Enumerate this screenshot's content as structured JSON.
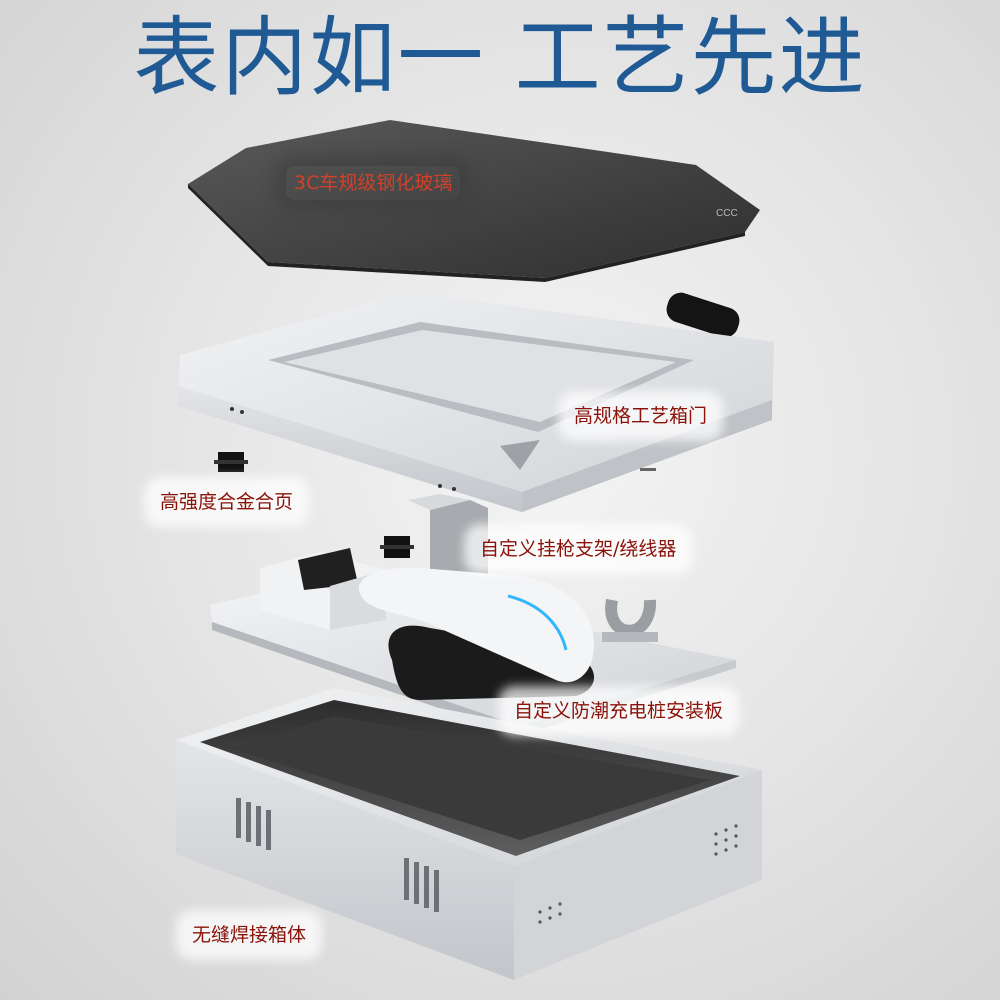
{
  "headline": "表内如一 工艺先进",
  "glass_mark": "CCC",
  "labels": {
    "glass": "3C车规级钢化玻璃",
    "door": "高规格工艺箱门",
    "hinge": "高强度合金合页",
    "bracket": "自定义挂枪支架/绕线器",
    "board": "自定义防潮充电桩安装板",
    "box": "无缝焊接箱体"
  },
  "colors": {
    "headline": "#1f5a95",
    "label": "#8a1208",
    "glass": "#4a4a4a",
    "metal": "#e9eaec",
    "accent_led": "#34b6ff"
  }
}
